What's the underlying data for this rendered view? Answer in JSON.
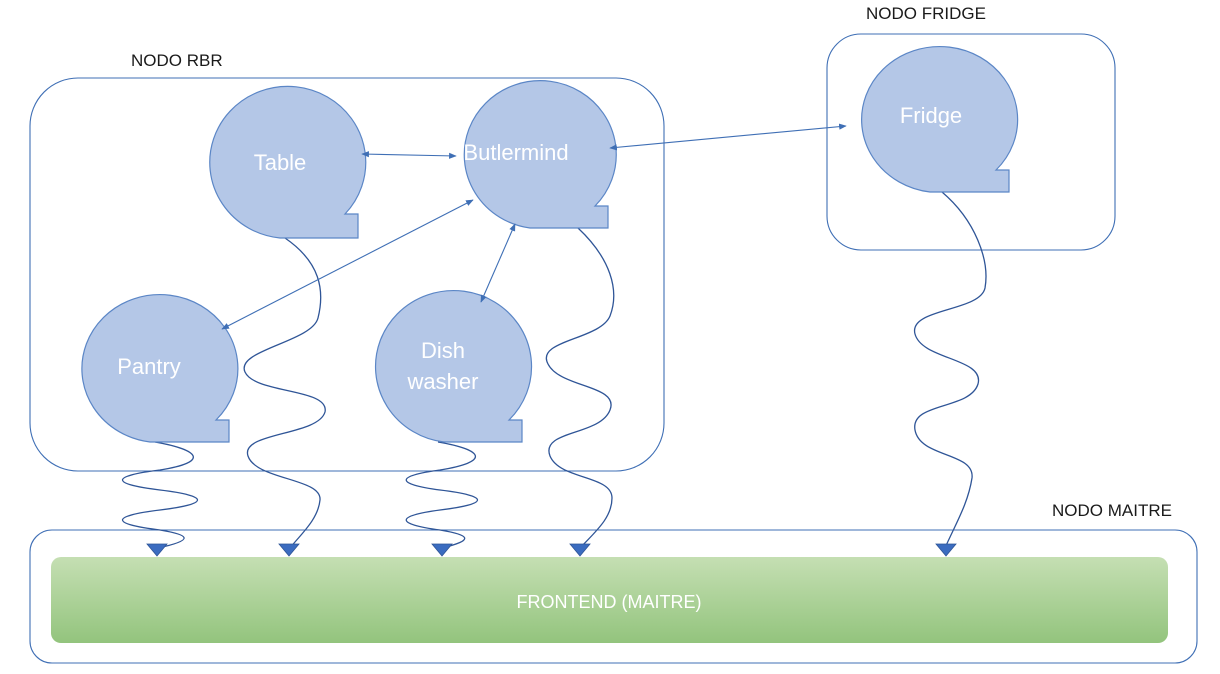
{
  "groups": {
    "rbr": "NODO RBR",
    "fridge": "NODO FRIDGE",
    "maitre": "NODO MAITRE"
  },
  "components": {
    "table": "Table",
    "butlermind": "Butlermind",
    "fridge": "Fridge",
    "pantry": "Pantry",
    "dishwasher_line1": "Dish",
    "dishwasher_line2": "washer"
  },
  "frontend": {
    "label": "FRONTEND (MAITRE)"
  },
  "colors": {
    "bubble_fill": "#b4c7e7",
    "frontend_gradient_top": "#c5dfb3",
    "frontend_gradient_bottom": "#93c47d",
    "line": "#3f6fb5"
  }
}
